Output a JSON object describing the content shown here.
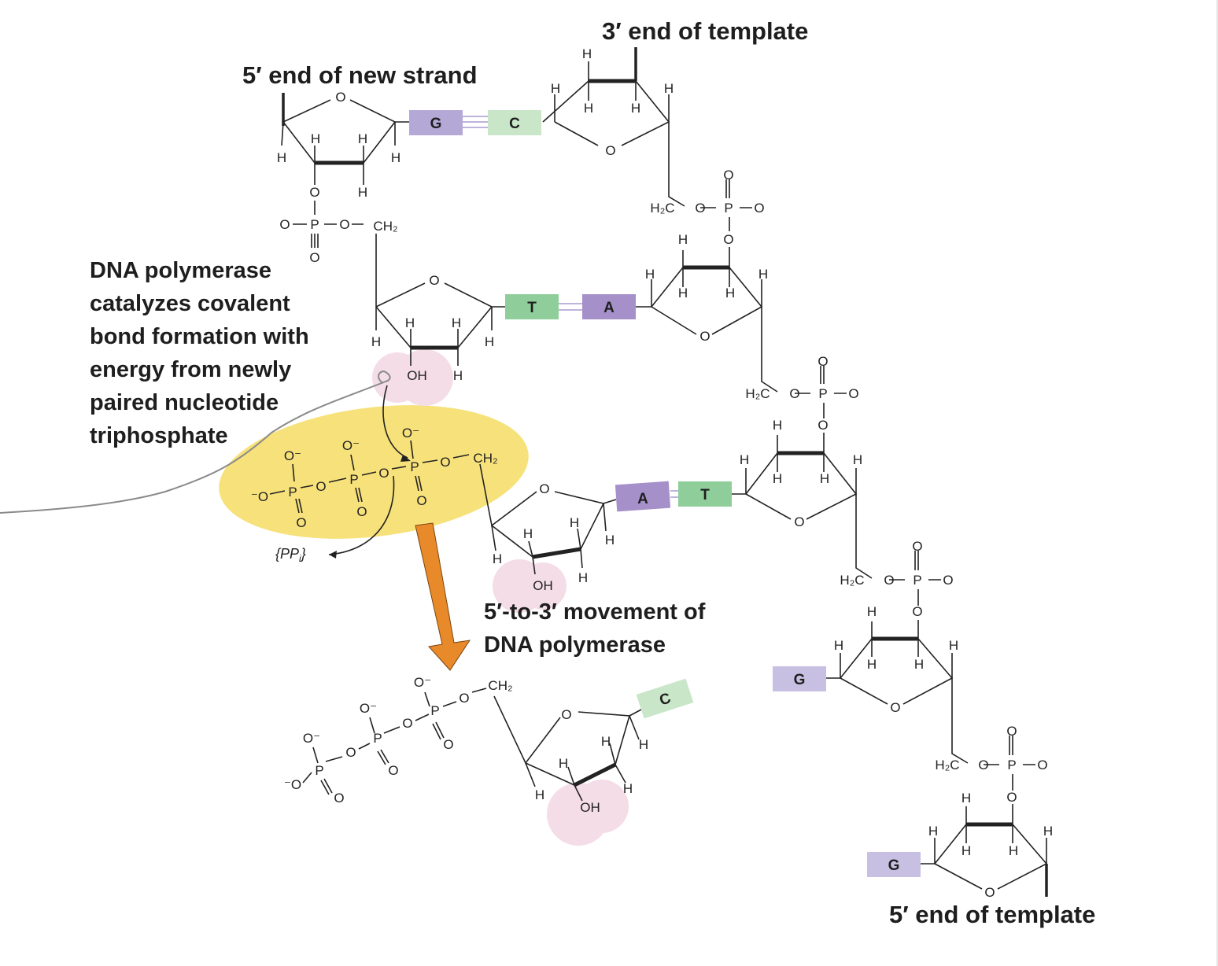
{
  "labels": {
    "five_prime_new": "5′ end of new strand",
    "three_prime_template": "3′ end of template",
    "polymerase_note": "DNA polymerase catalyzes covalent bond formation with energy from newly paired nucleotide triphosphate",
    "movement": "5′-to-3′ movement of DNA polymerase",
    "five_prime_template": "5′ end of template",
    "pyrophosphate": "{PP",
    "pyrophosphate_sub": "i",
    "pyrophosphate_close": "}"
  },
  "atoms": {
    "h": "H",
    "o": "O",
    "oh": "OH",
    "p": "P",
    "o_minus": "O⁻",
    "minus_o": "⁻O",
    "ch2": "CH₂",
    "h2c": "H₂C"
  },
  "base_pairs": [
    {
      "new_strand": "G",
      "template": "C"
    },
    {
      "new_strand": "T",
      "template": "A"
    },
    {
      "new_strand": "A",
      "template": "T"
    }
  ],
  "unpaired_template_bases": [
    "G",
    "G"
  ],
  "incoming_nucleotide_base": "C",
  "colors": {
    "purine_purple": "#b4a9d6",
    "pyrimidine_green": "#c9e6c9",
    "t_green": "#8fce9a",
    "a_purple": "#a590c9",
    "highlight_yellow": "#f7e17a",
    "oh_pink": "#f4dde6",
    "arrow_orange": "#e88a2a"
  }
}
